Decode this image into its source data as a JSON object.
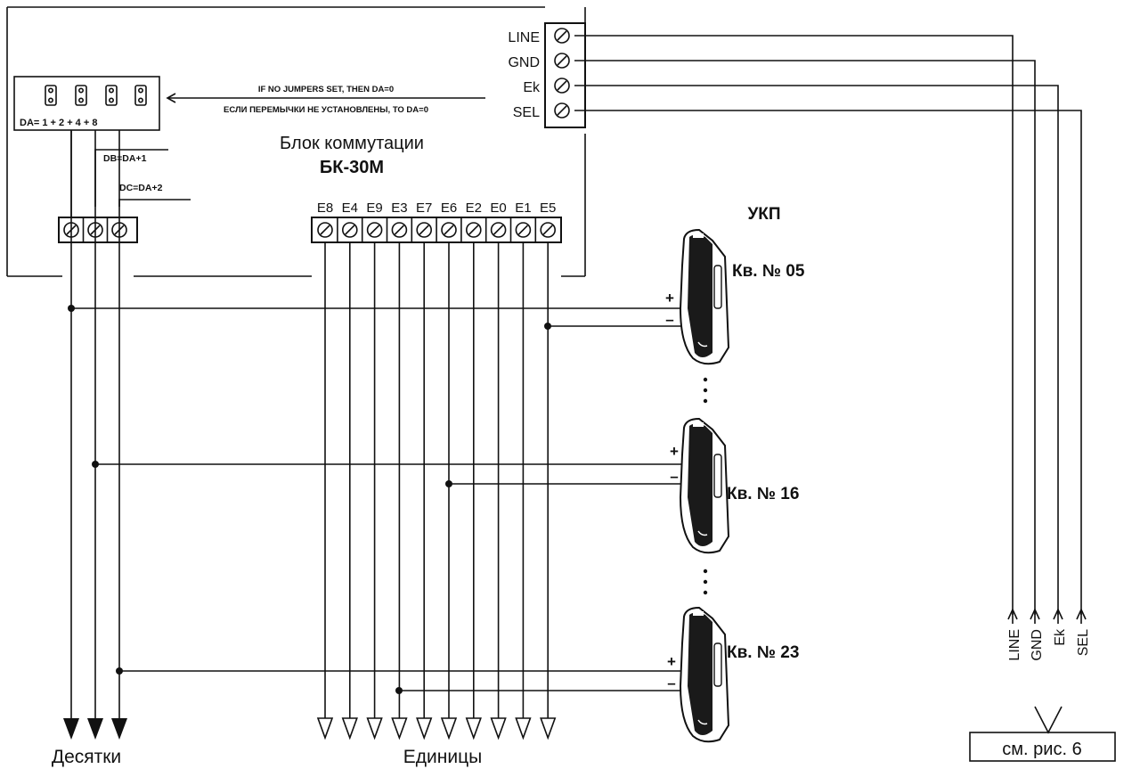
{
  "unit": {
    "title": "Блок коммутации",
    "model": "БК-30М"
  },
  "bus_terminals": [
    "LINE",
    "GND",
    "Ek",
    "SEL"
  ],
  "bus_bottom_labels": [
    "LINE",
    "GND",
    "Ek",
    "SEL"
  ],
  "see_fig": "см. рис. 6",
  "jumpers": {
    "label": "DA= 1  + 2  + 4  + 8",
    "note_en": "IF NO JUMPERS SET, THEN DA=0",
    "note_ru": "ЕСЛИ ПЕРЕМЫЧКИ НЕ УСТАНОВЛЕНЫ, ТО DA=0"
  },
  "tens_labels": [
    "DB=DA+1",
    "DC=DA+2"
  ],
  "units_terminals": [
    "E8",
    "E4",
    "E9",
    "E3",
    "E7",
    "E6",
    "E2",
    "E0",
    "E1",
    "E5"
  ],
  "ukp_label": "УКП",
  "apartments": [
    "Кв. № 05",
    "Кв. № 16",
    "Кв. № 23"
  ],
  "plus": "+",
  "minus": "–",
  "bottom": {
    "tens": "Десятки",
    "units": "Единицы"
  }
}
